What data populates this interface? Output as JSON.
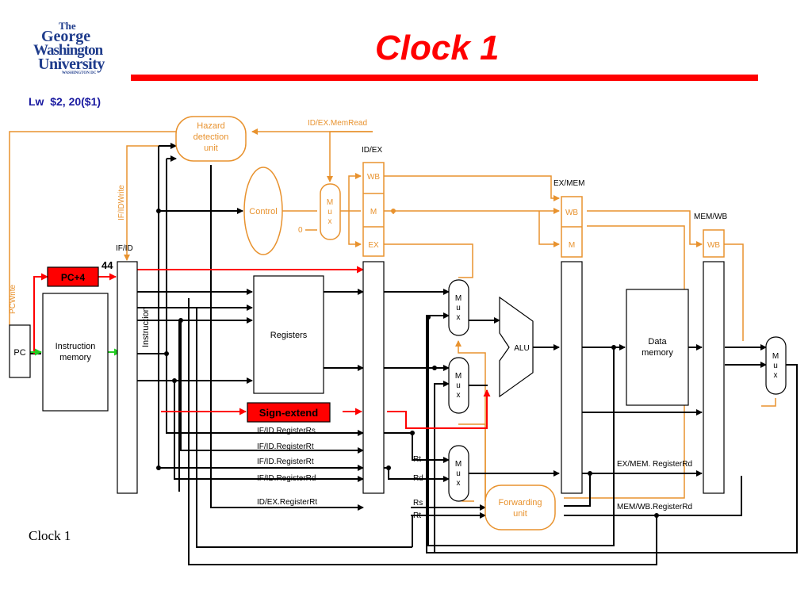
{
  "slide": {
    "title": "Clock 1",
    "instruction": "Lw  $2, 20($1)",
    "footer_label": "Clock 1",
    "accent_color": "#ff0000",
    "pipeline_color": "#e8922e"
  },
  "logo": {
    "line1": "The",
    "line2": "George",
    "line3": "Washington",
    "line4": "University",
    "line5": "WASHINGTON DC"
  },
  "diagram": {
    "hazard_unit": [
      "Hazard",
      "detection",
      "unit"
    ],
    "memread_label": "ID/EX.MemRead",
    "idex_label": "ID/EX",
    "exmem_label": "EX/MEM",
    "memwb_label": "MEM/WB",
    "ifid_label": "IF/ID",
    "ifidwrite_label": "IF/IDWrite",
    "pcwrite_label": "PCWrite",
    "control_label": "Control",
    "zero_label": "0",
    "wb": "WB",
    "m": "M",
    "ex": "EX",
    "mux_letters": [
      "M",
      "u",
      "x"
    ],
    "pc_label": "PC",
    "pc4_label": "PC+4",
    "const_label": "44",
    "instr_mem": [
      "Instruction",
      "memory"
    ],
    "instruction_label": "Instruction",
    "registers_label": "Registers",
    "sign_extend_label": "Sign-extend",
    "alu_label": "ALU",
    "data_memory": [
      "Data",
      "memory"
    ],
    "forwarding_unit": [
      "Forwarding",
      "unit"
    ],
    "rs_label": "IF/ID.RegisterRs",
    "rt_label": "IF/ID.RegisterRt",
    "rt2_label": "IF/ID.RegisterRt",
    "rd_label": "IF/ID.RegisterRd",
    "idex_rt_label": "ID/EX.RegisterRt",
    "exmem_rd_label": "EX/MEM. RegisterRd",
    "memwb_rd_label": "MEM/WB.RegisterRd",
    "rt_small": "Rt",
    "rd_small": "Rd",
    "rs_small": "Rs",
    "rt_small2": "Rt"
  }
}
